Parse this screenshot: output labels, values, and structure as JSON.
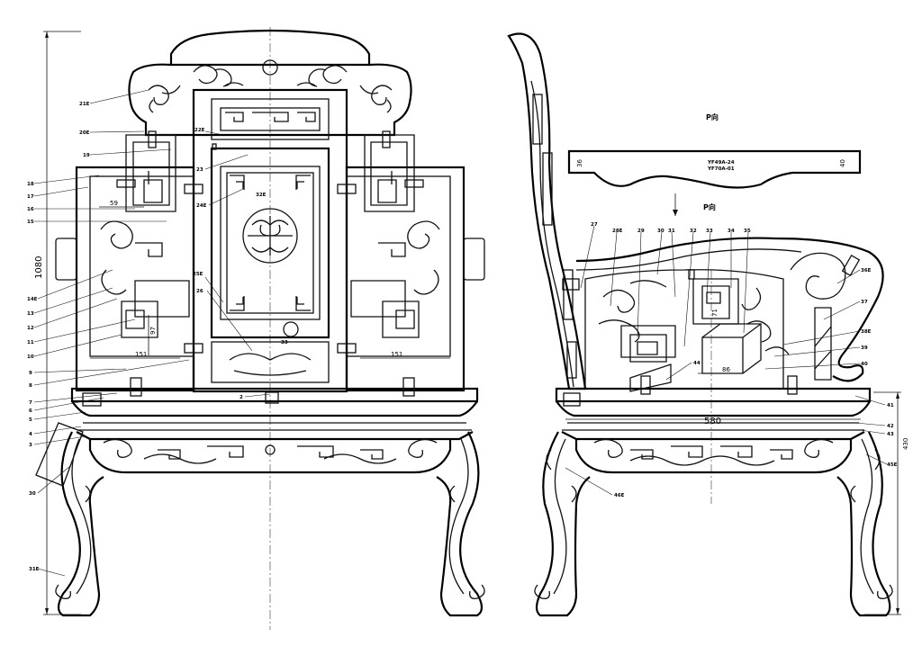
{
  "drawing": {
    "front_view": {
      "overall_height": "1080",
      "dimensions": {
        "panel_width_left": "151",
        "panel_width_right": "151",
        "side_height": "97",
        "top_gap": "59"
      },
      "callouts": [
        "21E",
        "20E",
        "19",
        "18",
        "17",
        "16",
        "15",
        "14E",
        "13",
        "12",
        "11",
        "10",
        "9",
        "8",
        "7",
        "6",
        "5",
        "4",
        "3",
        "2",
        "22E",
        "23",
        "24E",
        "25E",
        "26",
        "30",
        "31E",
        "32E",
        "33"
      ]
    },
    "side_view": {
      "view_label_top": "P向",
      "view_label_mid": "P向",
      "seat_depth": "580",
      "seat_height": "430",
      "profile_left": "36",
      "profile_right": "40",
      "profile_code_1": "YF49A-24",
      "profile_code_2": "YF70A-01",
      "block_dims": [
        "71",
        "86"
      ],
      "callouts": [
        "27",
        "28E",
        "29",
        "30",
        "31",
        "32",
        "33",
        "34",
        "35",
        "36E",
        "37",
        "38E",
        "39",
        "40",
        "41",
        "42",
        "43",
        "44",
        "45E",
        "46E"
      ]
    }
  }
}
